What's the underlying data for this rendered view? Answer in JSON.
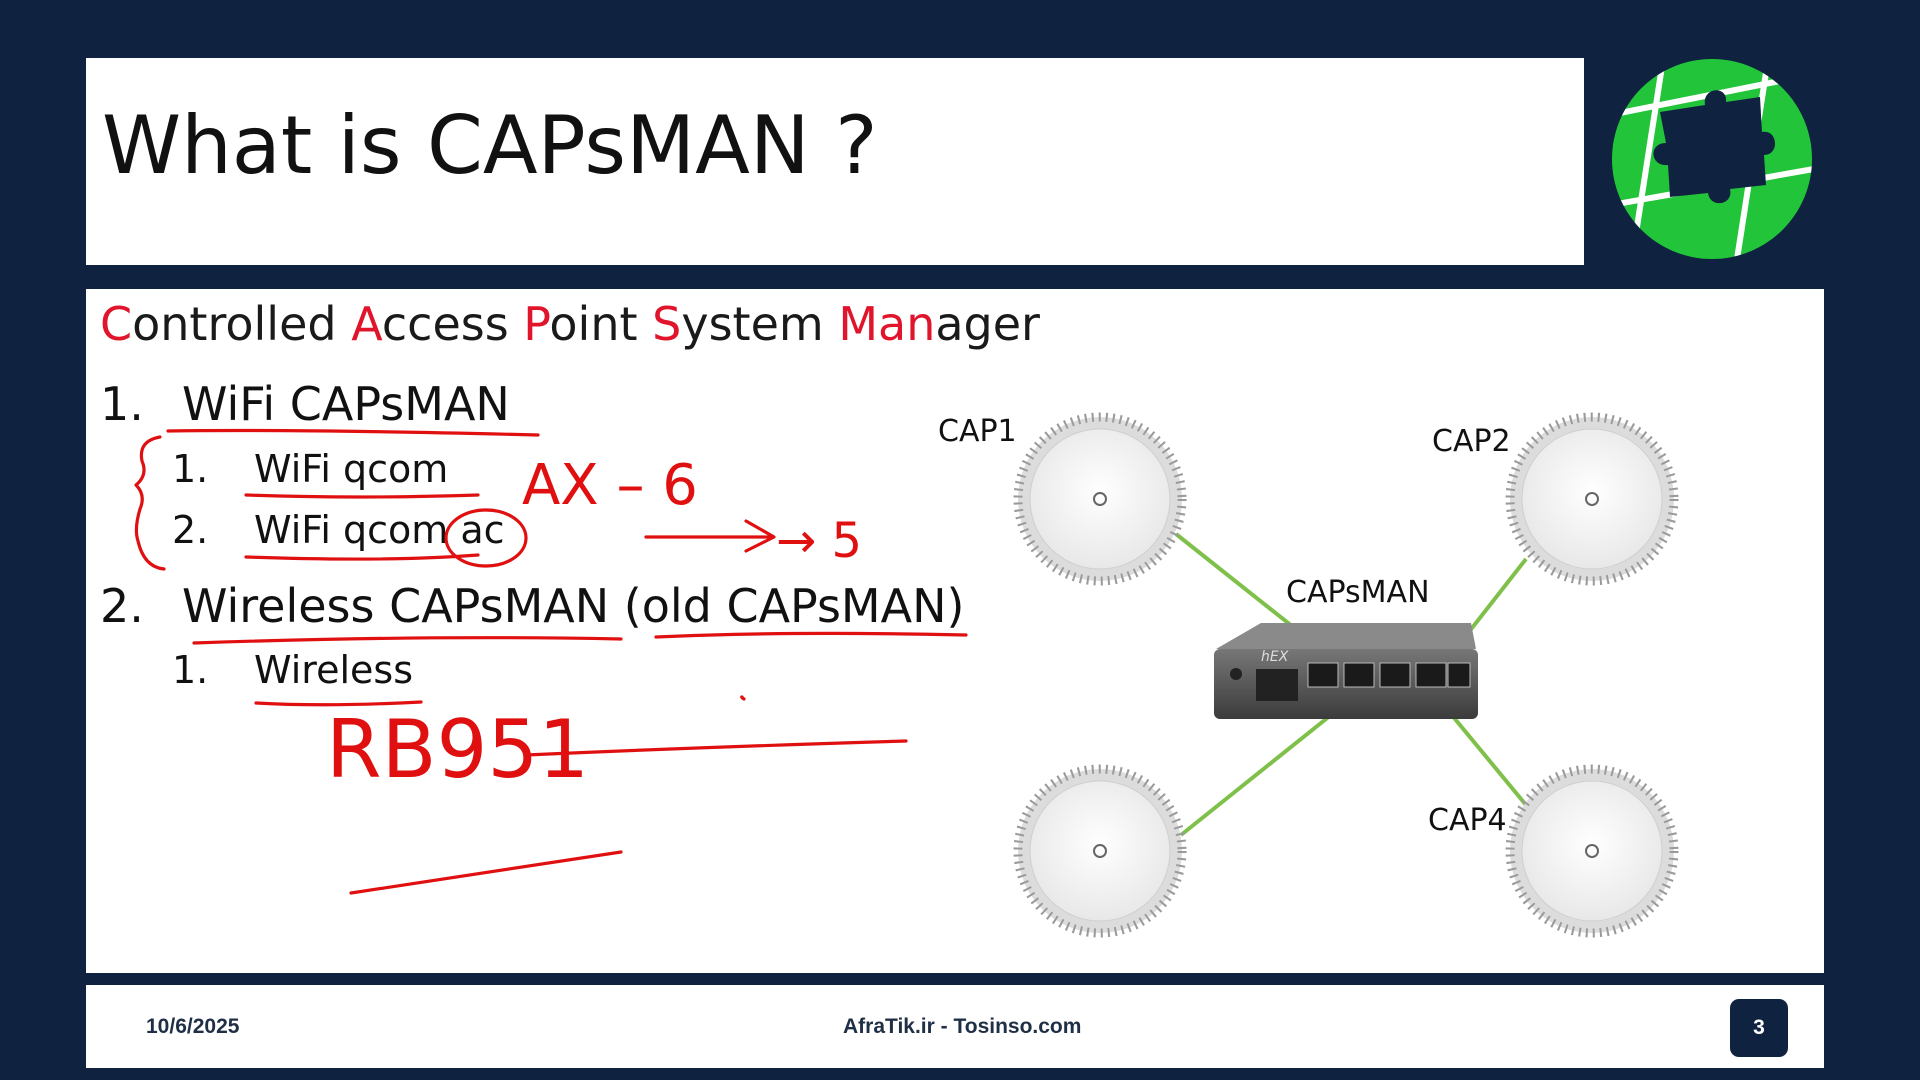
{
  "slide": {
    "title": "What is CAPsMAN ?",
    "subtitle_parts": [
      {
        "text": "C",
        "highlight": true
      },
      {
        "text": "ontrolled ",
        "highlight": false
      },
      {
        "text": "A",
        "highlight": true
      },
      {
        "text": "ccess ",
        "highlight": false
      },
      {
        "text": "P",
        "highlight": true
      },
      {
        "text": "oint ",
        "highlight": false
      },
      {
        "text": "S",
        "highlight": true
      },
      {
        "text": "ystem ",
        "highlight": false
      },
      {
        "text": "Man",
        "highlight": true
      },
      {
        "text": "ager",
        "highlight": false
      }
    ],
    "list": [
      {
        "num": "1.",
        "text": "WiFi CAPsMAN",
        "children": [
          {
            "num": "1.",
            "text": "WiFi qcom"
          },
          {
            "num": "2.",
            "text": "WiFi qcom ac"
          }
        ]
      },
      {
        "num": "2.",
        "text": "Wireless CAPsMAN (old CAPsMAN)",
        "children": [
          {
            "num": "1.",
            "text": "Wireless"
          }
        ]
      }
    ]
  },
  "handwriting": {
    "ax6": "AX – 6",
    "arrow5": "→ 5",
    "rb951": "RB951"
  },
  "diagram": {
    "center_label": "CAPsMAN",
    "device_brand": "hEX",
    "cap_labels": [
      "CAP1",
      "CAP2",
      "CAP4"
    ]
  },
  "footer": {
    "date": "10/6/2025",
    "site": "AfraTik.ir - Tosinso.com",
    "page": "3"
  },
  "colors": {
    "background": "#0f2240",
    "highlight_red": "#e0142b",
    "ink_red": "#e01010",
    "link_green": "#7fc04a",
    "logo_green": "#22c53a"
  },
  "icons": [
    "puzzle-logo-icon",
    "access-point-icon",
    "router-icon"
  ]
}
